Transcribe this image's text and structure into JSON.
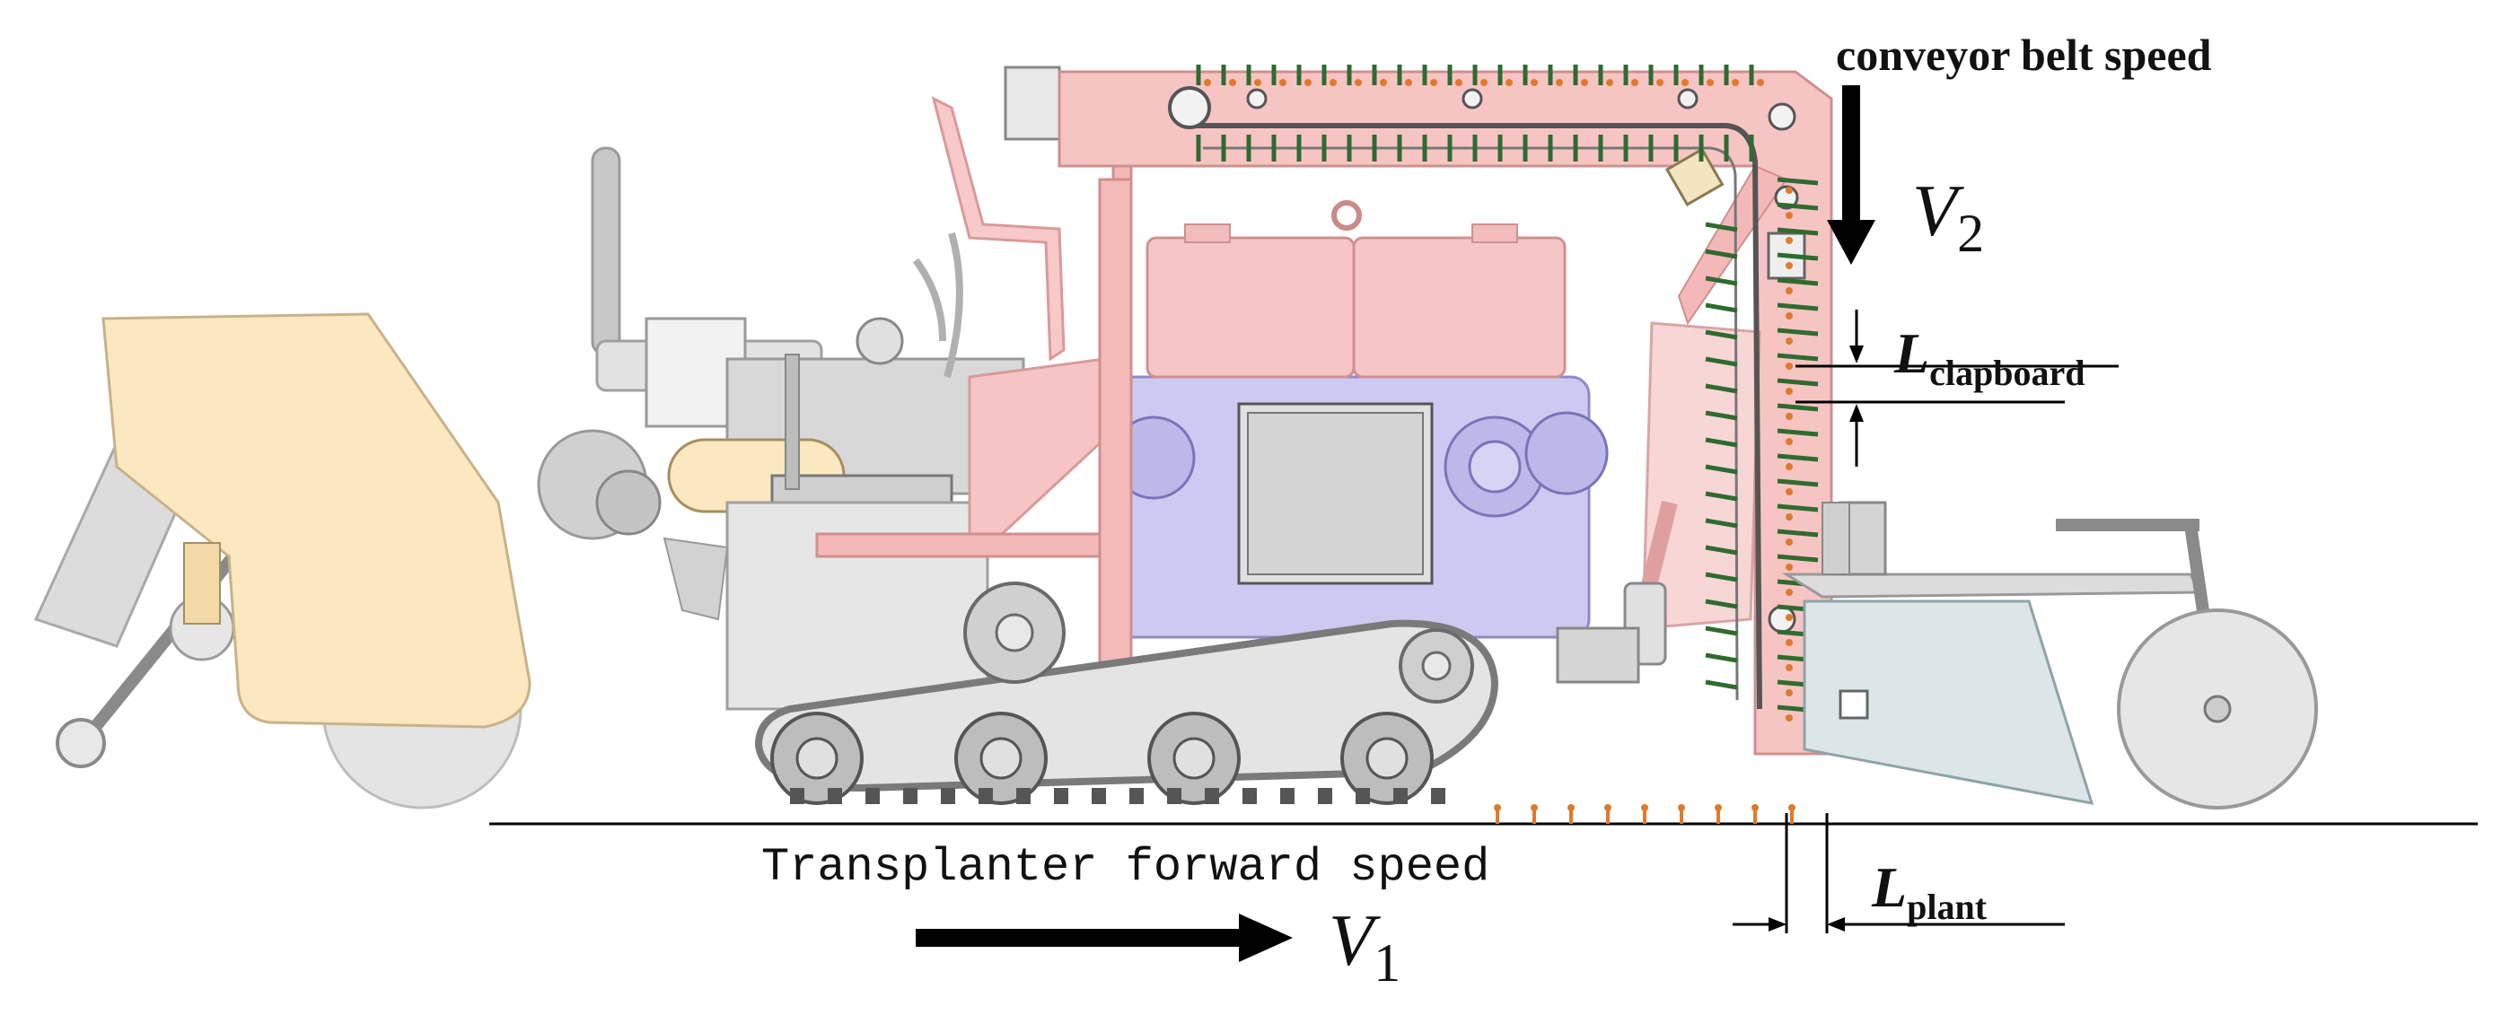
{
  "labels": {
    "conveyor_belt_speed": "conveyor belt speed",
    "v2_symbol": "V",
    "v2_sub": "2",
    "clapboard_symbol": "L",
    "clapboard_sub": "clapboard",
    "plant_symbol": "L",
    "plant_sub": "plant",
    "forward_speed": "Transplanter forward speed",
    "v1_symbol": "V",
    "v1_sub": "1"
  },
  "colors": {
    "conveyor_frame": "#f4b8b8",
    "engine": "#c9c6ee",
    "hood": "#fbe7c0",
    "machine_gray": "#d9d9d9",
    "seedling_green": "#2f6b2f",
    "seedling_dot": "#e07a2a",
    "arrow": "#000000"
  },
  "icons": {
    "conveyor_arrow": "down-arrow",
    "forward_arrow": "right-arrow",
    "dimension_arrows": "dimension-arrows"
  }
}
